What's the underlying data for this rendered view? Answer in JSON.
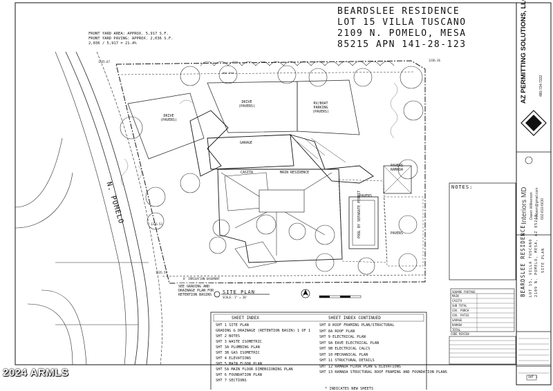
{
  "title_block": {
    "line1": "BEARDSLEE RESIDENCE",
    "line2": "LOT 15 VILLA TUSCANO",
    "line3": "2109 N. POMELO, MESA",
    "line4": "85215 APN 141-28-123"
  },
  "yard_area": {
    "front_area": "FRONT YARD AREA:   APPROX. 5,917 S.F.",
    "front_paving": "FRONT YARD PAVING:  APPROX. 2,036 S.F.",
    "ratio": "2,036 / 5,917 = 21.4%"
  },
  "labels": {
    "drive_left": "DRIVE\n(PAVERS)",
    "drive_top": "DRIVE\n(PAVERS)",
    "rv_parking": "RV/BOAT\nPARKING\n(PAVERS)",
    "garage": "GARAGE",
    "casita": "CASITA",
    "main_residence": "MAIN RESIDENCE",
    "ramada": "RAMADA",
    "pavers_right": "PAVERS",
    "pavers_mid": "PAVERS",
    "pavers_far": "PAVERS",
    "pool": "POOL BY SEPARATE PERMIT",
    "street": "N. POMELO",
    "grading_note": "SEE GRADING AND\nDRAINAGE PLAN FOR\nRETENTION BASINS",
    "site_plan": "SITE PLAN",
    "site_plan_scale": "SCALE: 1\" = 20'",
    "new_tree": "NEW TREE",
    "elev_a": "1335.67",
    "elev_b": "1336.36",
    "elev_c": "1336.53",
    "elev_d": "1335.59",
    "easement": "8' IRRIGATION EASEMENT"
  },
  "company": {
    "name": "AZ PERMITTING SOLUTIONS, LLC",
    "phone": "480-734-7322"
  },
  "designer": {
    "firm": "Interiors MD",
    "person": "Dawn Wilkerson",
    "email": "imtdawn@gmail.com",
    "phone": "602-810-6630"
  },
  "project_vertical": {
    "name": "BEARDSLEE RESIDENCE",
    "lot": "LOT 15, VILLA TUSCANO",
    "address": "2109 N. POMELO, MESA, AZ 85215",
    "sheet_title": "SITE PLAN"
  },
  "notes_heading": "NOTES:",
  "square_footage_heading": "SQUARE FOOTAGE",
  "square_footage_rows": [
    "MAIN",
    "CASITA",
    "SUB TOTAL",
    "COV. PORCH",
    "COV. PATIO",
    "GARAGE",
    "RAMADA",
    "TOTAL"
  ],
  "code_review_heading": "CODE REVIEW",
  "sheet_index": {
    "heading": "SHEET INDEX",
    "items": [
      "SHT 1 SITE PLAN",
      "GRADING & DRAINAGE (RETENTION BASIN) 1 OF 1",
      "SHT 2 NOTES",
      "SHT 3 WASTE ISOMETRIC",
      "SHT 3A PLUMBING PLAN",
      "SHT 3B GAS ISOMETRIC",
      "SHT 4 ELEVATIONS",
      "SHT 5 MAIN FLOOR PLAN",
      "SHT 5A MAIN FLOOR DIMENSIONING PLAN",
      "SHT 6 FOUNDATION PLAN",
      "SHT 7 SECTIONS"
    ]
  },
  "sheet_index_continued": {
    "heading": "SHEET INDEX CONTINUED",
    "items": [
      "SHT 8 ROOF FRAMING PLAN/STRUCTURAL",
      "SHT 8A ROOF PLAN",
      "SHT 9 ELECTRICAL PLAN",
      "SHT 9A EAVE ELECTRICAL PLAN",
      "SHT 9B ELECTRICAL CALCS",
      "SHT 10 MECHANICAL PLAN",
      "SHT 11 STRUCTURAL DETAILS",
      "SHT 12 RAMADA FLOOR PLAN & ELEVATIONS",
      "SHT 13 RAMADA STRUCTURAL ROOF FRAMING AND FOUNDATION PLANS"
    ]
  },
  "new_sheets_note": "* INDICATES NEW SHEETS",
  "sheet_number": "SHT 1",
  "watermark": "2024 ARMLS"
}
